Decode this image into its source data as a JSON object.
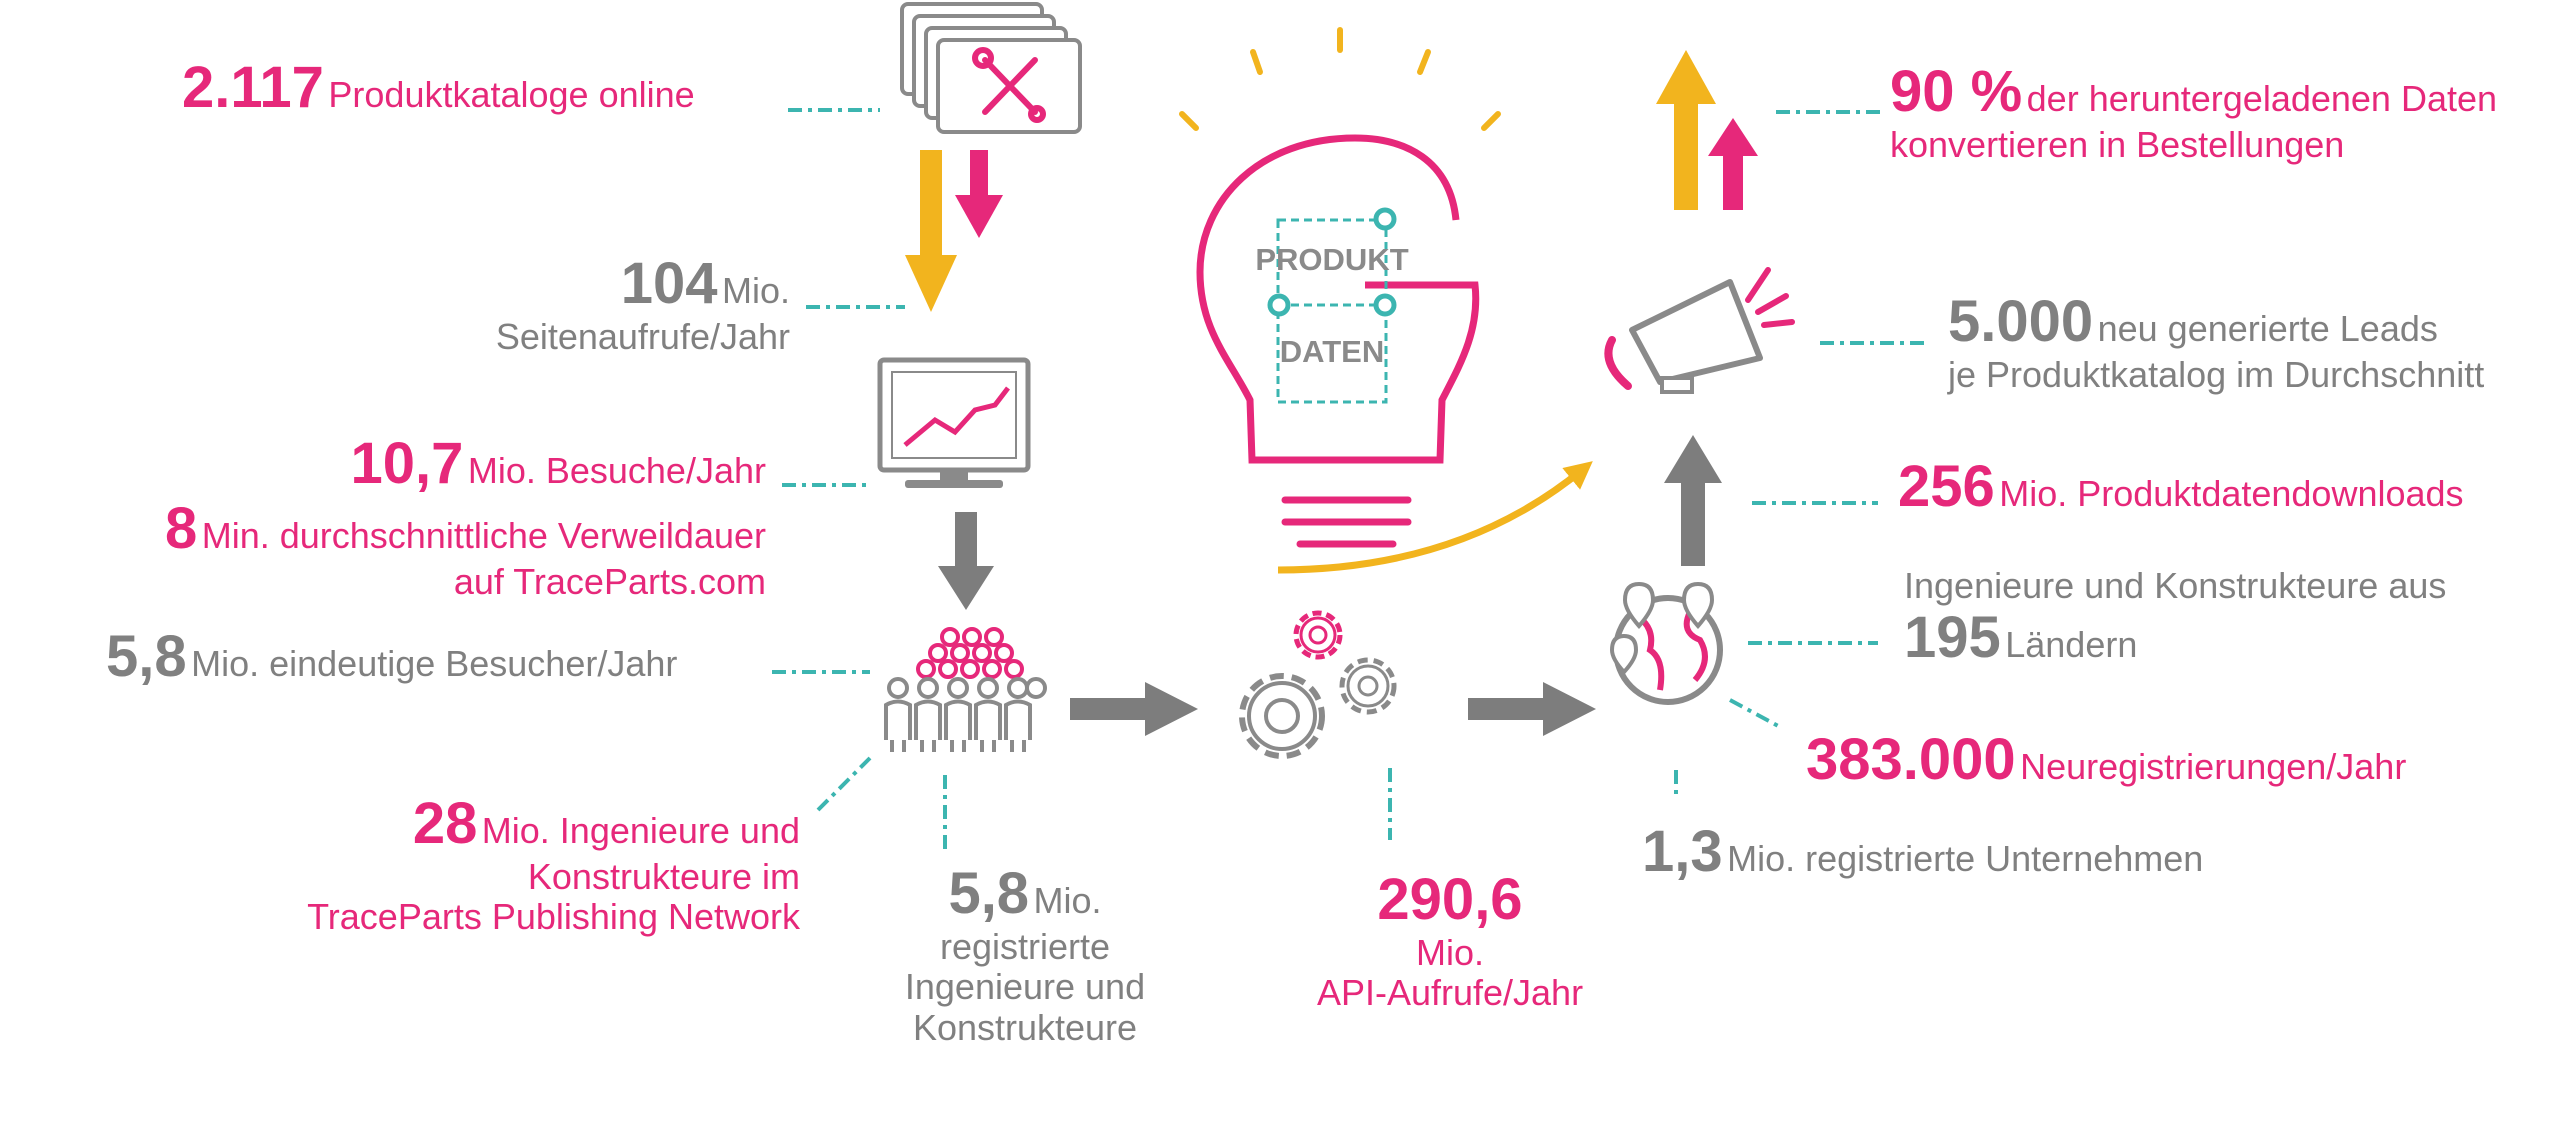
{
  "colors": {
    "pink": "#e6287a",
    "gray": "#808080",
    "teal": "#3cb5b0",
    "yellow": "#f2b41e",
    "dark_gray": "#7d7d7d"
  },
  "bulb": {
    "label_top": "PRODUKT",
    "label_bottom": "DATEN"
  },
  "stats": {
    "catalogs": {
      "number": "2.117",
      "text": "Produktkataloge online"
    },
    "pageviews": {
      "number": "104",
      "text1": "Mio.",
      "text2": "Seitenaufrufe/Jahr"
    },
    "visits": {
      "number": "10,7",
      "text": "Mio. Besuche/Jahr",
      "dwell_number": "8",
      "dwell_text": "Min. durchschnittliche Verweildauer",
      "dwell_line2": "auf TraceParts.com"
    },
    "unique": {
      "number": "5,8",
      "text": "Mio. eindeutige Besucher/Jahr"
    },
    "network": {
      "number": "28",
      "line1": "Mio. Ingenieure und",
      "line2": "Konstrukteure im",
      "line3": "TraceParts Publishing Network"
    },
    "registered": {
      "number": "5,8",
      "line1": "Mio.",
      "line2": "registrierte",
      "line3": "Ingenieure und",
      "line4": "Konstrukteure"
    },
    "api": {
      "number": "290,6",
      "line1": "Mio.",
      "line2": "API-Aufrufe/Jahr"
    },
    "conversion": {
      "number": "90 %",
      "line1": "der heruntergeladenen Daten",
      "line2": "konvertieren in Bestellungen"
    },
    "leads": {
      "number": "5.000",
      "line1": "neu generierte Leads",
      "line2": "je Produktkatalog im Durchschnitt"
    },
    "downloads": {
      "number": "256",
      "text": "Mio. Produktdatendownloads"
    },
    "countries": {
      "line1": "Ingenieure und Konstrukteure aus",
      "number": "195",
      "text": "Ländern"
    },
    "registrations": {
      "number": "383.000",
      "text": "Neuregistrierungen/Jahr"
    },
    "companies": {
      "number": "1,3",
      "text": "Mio. registrierte Unternehmen"
    }
  },
  "icons": [
    "toolbox-catalog-icon",
    "monitor-chart-icon",
    "people-crowd-icon",
    "gears-icon",
    "globe-pins-icon",
    "megaphone-icon",
    "lightbulb-icon",
    "arrow-up-icon",
    "arrow-down-icon",
    "arrow-right-icon"
  ]
}
